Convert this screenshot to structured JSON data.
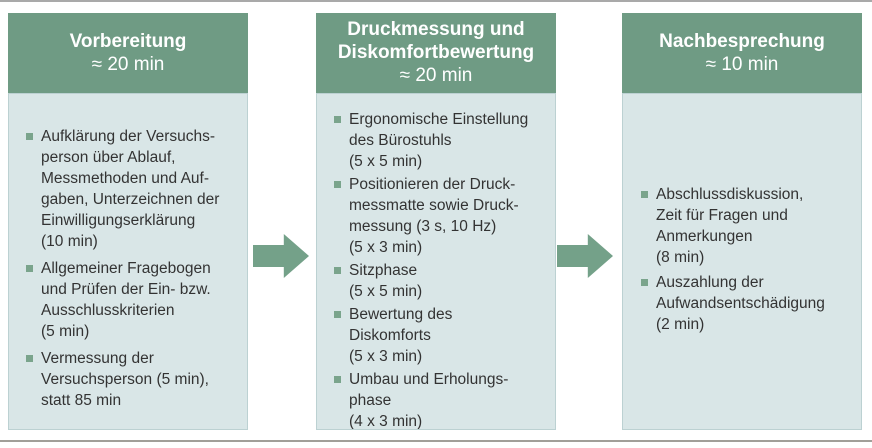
{
  "diagram": {
    "columns": [
      {
        "title": "Vorbereitung",
        "duration": "≈ 20 min",
        "items": [
          "Aufklärung der Versuchs-\nperson über Ablauf,\nMessmethoden und Auf-\ngaben, Unterzeichnen der\nEinwilligungserklärung\n(10 min)",
          "Allgemeiner Fragebogen\nund Prüfen der Ein- bzw.\nAusschlusskriterien\n(5 min)",
          "Vermessung der\nVersuchsperson (5 min),\nstatt 85 min"
        ]
      },
      {
        "title": "Druckmessung und\nDiskomfortbewertung",
        "duration": "≈ 20 min",
        "items": [
          "Ergonomische Einstellung\ndes Bürostuhls\n(5 x 5 min)",
          "Positionieren der Druck-\nmessmatte sowie Druck-\nmessung (3 s, 10 Hz)\n(5 x 3 min)",
          "Sitzphase\n(5 x 5 min)",
          "Bewertung des\nDiskomforts\n(5 x 3 min)",
          "Umbau und Erholungs-\nphase\n(4 x 3 min)"
        ]
      },
      {
        "title": "Nachbesprechung",
        "duration": "≈ 10 min",
        "items": [
          "Abschlussdiskussion,\nZeit für Fragen und\nAnmerkungen\n(8 min)",
          "Auszahlung der\nAufwandsentschädigung\n(2 min)"
        ]
      }
    ],
    "colors": {
      "header_green": "#6F9B84",
      "arrow_green": "#74A189",
      "bullet_green": "#7AA48C",
      "body_bg": "#D9E6E7",
      "body_border": "#BCD1D2",
      "text_dark": "#333333",
      "header_text": "#FFFFFF",
      "top_line": "#A9A9A9",
      "bottom_line": "#A19F99"
    }
  }
}
